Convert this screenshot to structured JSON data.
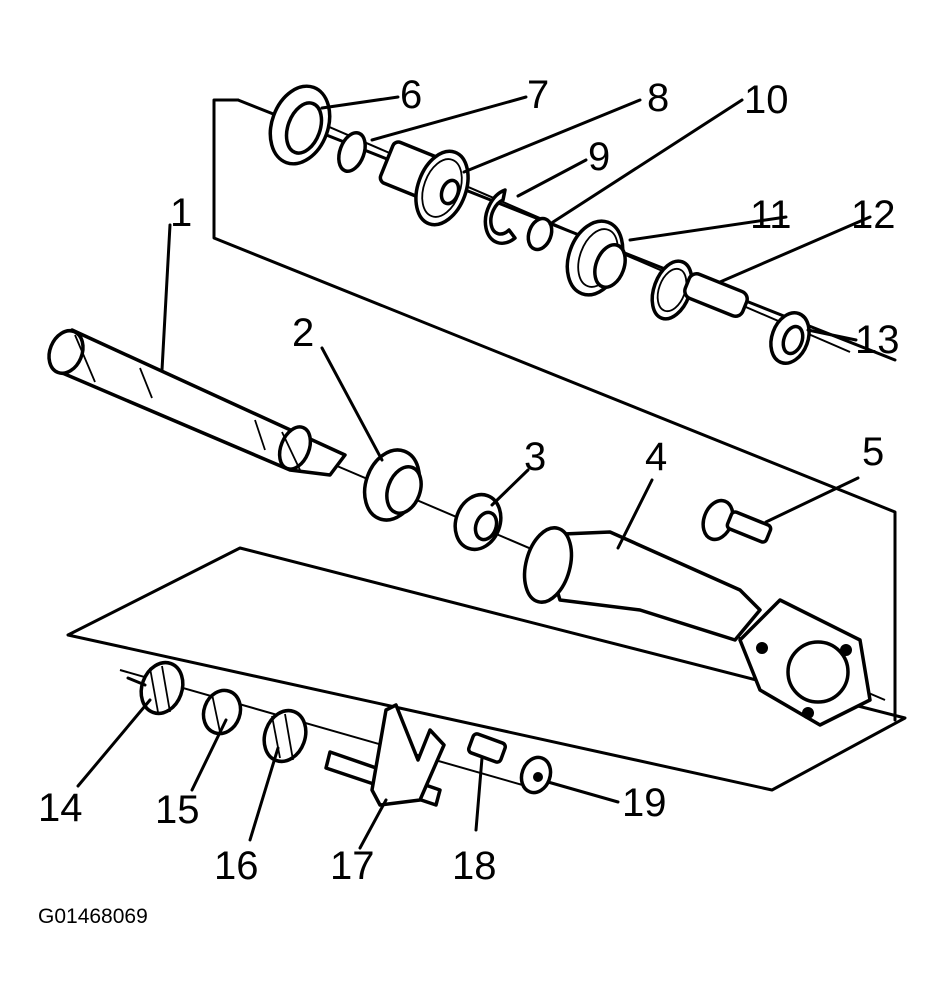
{
  "figure_id": "G01468069",
  "colors": {
    "ink": "#000000",
    "paper": "#ffffff"
  },
  "callouts": [
    {
      "id": "c1",
      "text": "1"
    },
    {
      "id": "c2",
      "text": "2"
    },
    {
      "id": "c3",
      "text": "3"
    },
    {
      "id": "c4",
      "text": "4"
    },
    {
      "id": "c5",
      "text": "5"
    },
    {
      "id": "c6",
      "text": "6"
    },
    {
      "id": "c7",
      "text": "7"
    },
    {
      "id": "c8",
      "text": "8"
    },
    {
      "id": "c9",
      "text": "9"
    },
    {
      "id": "c10",
      "text": "10"
    },
    {
      "id": "c11",
      "text": "11"
    },
    {
      "id": "c12",
      "text": "12"
    },
    {
      "id": "c13",
      "text": "13"
    },
    {
      "id": "c14",
      "text": "14"
    },
    {
      "id": "c15",
      "text": "15"
    },
    {
      "id": "c16",
      "text": "16"
    },
    {
      "id": "c17",
      "text": "17"
    },
    {
      "id": "c18",
      "text": "18"
    },
    {
      "id": "c19",
      "text": "19"
    }
  ]
}
